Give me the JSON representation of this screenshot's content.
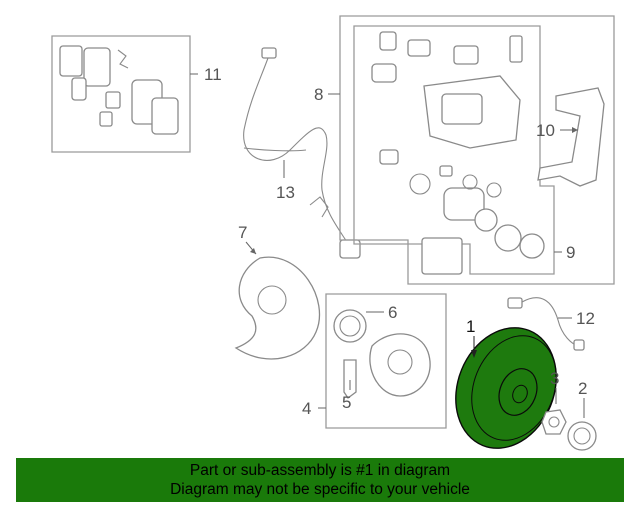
{
  "diagram": {
    "highlight_color": "#1e7a0e",
    "callouts": {
      "c1": "1",
      "c2": "2",
      "c3": "3",
      "c4": "4",
      "c5": "5",
      "c6": "6",
      "c7": "7",
      "c8": "8",
      "c9": "9",
      "c10": "10",
      "c11": "11",
      "c12": "12",
      "c13": "13"
    }
  },
  "banner": {
    "color": "#1a7a0a",
    "line1": "Part or sub-assembly is #1 in diagram",
    "line2": "Diagram may not be specific to your vehicle"
  }
}
